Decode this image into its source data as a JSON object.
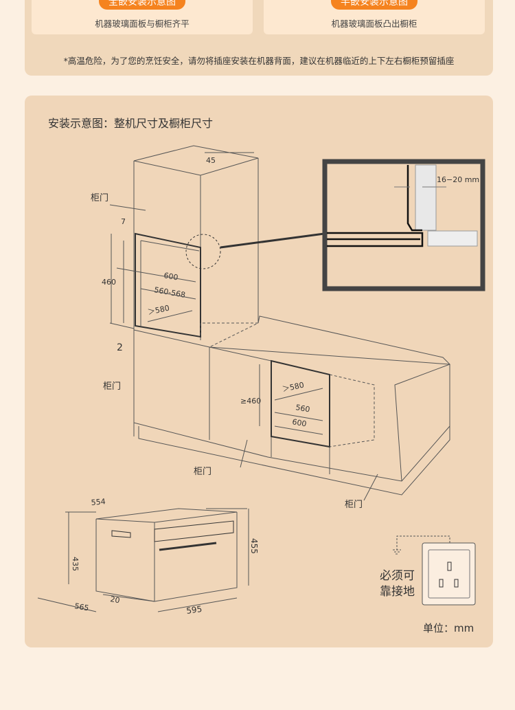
{
  "top": {
    "cards": [
      {
        "button": "全嵌安装示意图",
        "caption": "机器玻璃面板与橱柜齐平"
      },
      {
        "button": "半嵌安装示意图",
        "caption": "机器玻璃面板凸出橱柜"
      }
    ],
    "note": "*高温危险，为了您的烹饪安全，请勿将插座安装在机器背面，建议在机器临近的上下左右橱柜预留插座"
  },
  "main": {
    "title": "安装示意图：整机尺寸及橱柜尺寸",
    "labels": {
      "door": "柜门",
      "d45": "45",
      "d7": "7",
      "d460": "460",
      "d600": "600",
      "d560_568": "560-568",
      "d580": "＞580",
      "d2": "2",
      "ge460": "≥460",
      "d580b": "＞580",
      "d560": "560",
      "d600b": "600",
      "detail_gap": "16−20 mm",
      "o554": "554",
      "o435": "435",
      "o455": "455",
      "o565": "565",
      "o20": "20",
      "o595": "595",
      "ground": [
        "必须可",
        "靠接地"
      ],
      "unit": "单位：mm"
    },
    "colors": {
      "accent": "#f5831f",
      "panel": "#f0d6b9",
      "card": "#fde8d0"
    }
  }
}
